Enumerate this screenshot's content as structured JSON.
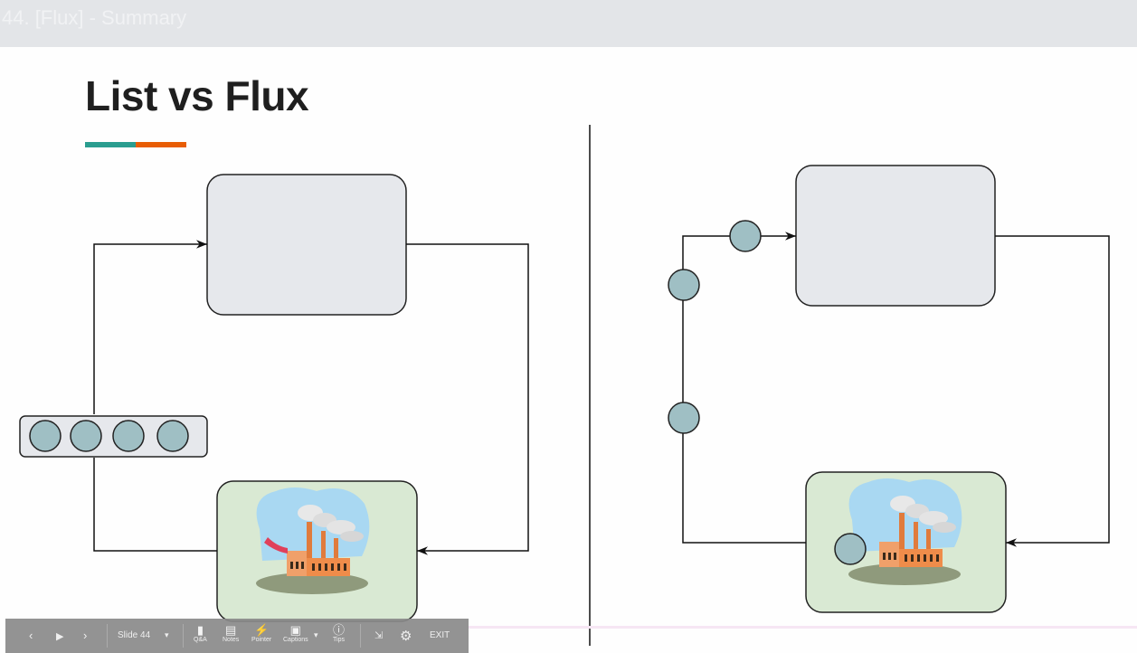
{
  "window": {
    "title": "44. [Flux] - Summary"
  },
  "slide": {
    "title": "List vs Flux",
    "accent_colors": {
      "teal": "#2a9d8f",
      "orange": "#e85d04"
    },
    "left_diagram": {
      "list_item_count": 4,
      "consumer_icon": "rounded-box",
      "producer_icon": "factory-icon"
    },
    "right_diagram": {
      "stream_item_count": 4,
      "consumer_icon": "rounded-box",
      "producer_icon": "factory-icon"
    }
  },
  "toolbar": {
    "prev_icon": "chevron-left-icon",
    "play_icon": "play-icon",
    "next_icon": "chevron-right-icon",
    "slide_label": "Slide 44",
    "qa_label": "Q&A",
    "notes_label": "Notes",
    "pointer_label": "Pointer",
    "captions_label": "Captions",
    "tips_label": "Tips",
    "exit_label": "EXIT"
  }
}
